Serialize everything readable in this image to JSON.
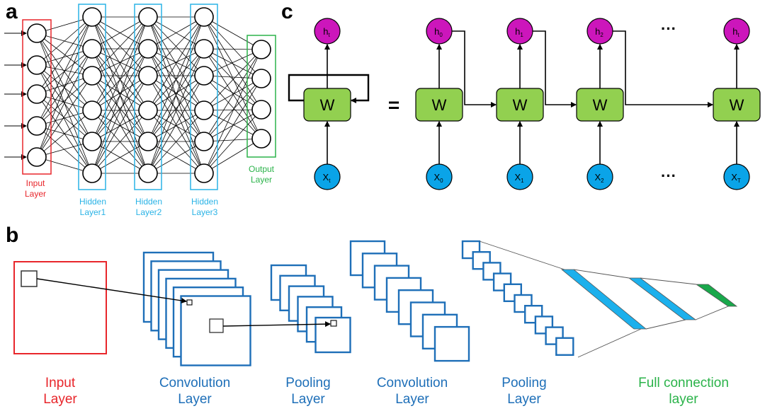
{
  "panels": {
    "a": "a",
    "b": "b",
    "c": "c"
  },
  "colors": {
    "input": "#e8262b",
    "hidden": "#2ab3e6",
    "output": "#2bb34a",
    "cnn": "#1e6fb8",
    "node_h": "#cc16bb",
    "node_x": "#0aa4e8",
    "w_box": "#92d050",
    "fc_blue": "#1cb0ec",
    "fc_green": "#19a84b"
  },
  "panel_a": {
    "input_label": "Input\nLayer",
    "hidden_labels": [
      "Hidden\nLayer1",
      "Hidden\nLayer2",
      "Hidden\nLayer3"
    ],
    "output_label": "Output\nLayer"
  },
  "panel_c": {
    "w_label": "W",
    "equals": "=",
    "ellipsis": "···",
    "h_nodes": [
      {
        "base": "h",
        "sub": "t"
      },
      {
        "base": "h",
        "sub": "0"
      },
      {
        "base": "h",
        "sub": "1"
      },
      {
        "base": "h",
        "sub": "2"
      },
      {
        "base": "h",
        "sub": "t"
      }
    ],
    "x_nodes": [
      {
        "base": "X",
        "sub": "t"
      },
      {
        "base": "X",
        "sub": "0"
      },
      {
        "base": "X",
        "sub": "1"
      },
      {
        "base": "X",
        "sub": "2"
      },
      {
        "base": "X",
        "sub": "T"
      }
    ]
  },
  "panel_b": {
    "labels": [
      {
        "text": "Input\nLayer",
        "color": "#e8262b"
      },
      {
        "text": "Convolution\nLayer",
        "color": "#1e6fb8"
      },
      {
        "text": "Pooling\nLayer",
        "color": "#1e6fb8"
      },
      {
        "text": "Convolution\nLayer",
        "color": "#1e6fb8"
      },
      {
        "text": "Pooling\nLayer",
        "color": "#1e6fb8"
      },
      {
        "text": "Full connection\nlayer",
        "color": "#2bb34a"
      }
    ]
  }
}
